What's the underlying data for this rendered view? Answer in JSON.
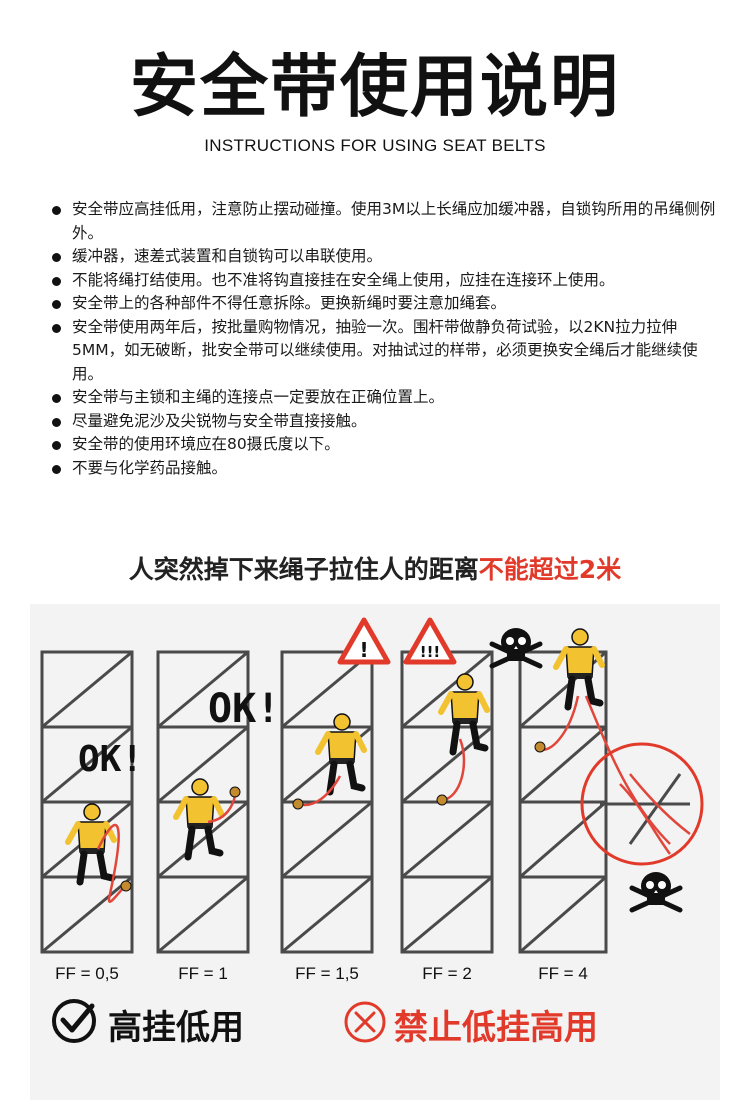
{
  "header": {
    "title": "安全带使用说明",
    "subtitle": "INSTRUCTIONS FOR USING SEAT BELTS"
  },
  "rules": [
    "安全带应高挂低用，注意防止摆动碰撞。使用3M以上长绳应加缓冲器，自锁钩所用的吊绳侧例外。",
    "缓冲器，速差式装置和自锁钩可以串联使用。",
    "不能将绳打结使用。也不准将钩直接挂在安全绳上使用，应挂在连接环上使用。",
    "安全带上的各种部件不得任意拆除。更换新绳时要注意加绳套。",
    "安全带使用两年后，按批量购物情况，抽验一次。围杆带做静负荷试验，以2KN拉力拉伸5MM，如无破断，批安全带可以继续使用。对抽试过的样带，必须更换安全绳后才能继续使用。",
    "安全带与主锁和主绳的连接点一定要放在正确位置上。",
    "尽量避免泥沙及尖锐物与安全带直接接触。",
    "安全带的使用环境应在80摄氏度以下。",
    "不要与化学药品接触。"
  ],
  "headline": {
    "main": "人突然掉下来绳子拉住人的距离",
    "warning": "不能超过2米"
  },
  "figure": {
    "ok_label": "OK!",
    "warning_single": "!",
    "warning_triple": "!!!",
    "ff_labels": [
      "FF = 0,5",
      "FF = 1",
      "FF = 1,5",
      "FF = 2",
      "FF = 4"
    ],
    "good": "高挂低用",
    "bad": "禁止低挂高用"
  },
  "colors": {
    "accent_red": "#e23a2a",
    "worker_yellow": "#f2c230",
    "rope_red": "#e0463a",
    "scaffold": "#4a4a4a"
  }
}
